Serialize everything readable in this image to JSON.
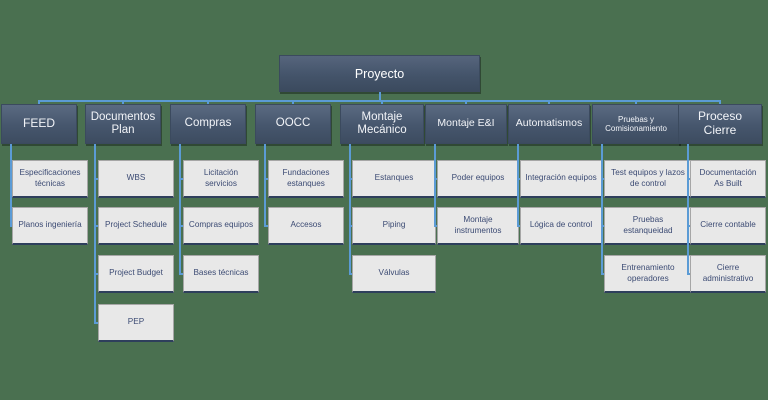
{
  "diagram": {
    "type": "work-breakdown-structure",
    "background_color": "#4a7050",
    "connector_color": "#5b9bd5",
    "root": {
      "label": "Proyecto"
    },
    "branches": [
      {
        "label": "FEED",
        "font_size": 12,
        "children": [
          {
            "label": "Especificaciones técnicas"
          },
          {
            "label": "Planos ingeniería"
          }
        ]
      },
      {
        "label": "Documentos Plan",
        "font_size": 11.5,
        "children": [
          {
            "label": "WBS"
          },
          {
            "label": "Project Schedule"
          },
          {
            "label": "Project Budget"
          },
          {
            "label": "PEP"
          }
        ]
      },
      {
        "label": "Compras",
        "font_size": 11.5,
        "children": [
          {
            "label": "Licitación servicios"
          },
          {
            "label": "Compras equipos"
          },
          {
            "label": "Bases técnicas"
          }
        ]
      },
      {
        "label": "OOCC",
        "font_size": 11.5,
        "children": [
          {
            "label": "Fundaciones estanques"
          },
          {
            "label": "Accesos"
          }
        ]
      },
      {
        "label": "Montaje Mecánico",
        "font_size": 11.5,
        "children": [
          {
            "label": "Estanques"
          },
          {
            "label": "Piping"
          },
          {
            "label": "Válvulas"
          }
        ]
      },
      {
        "label": "Montaje E&I",
        "font_size": 10.5,
        "children": [
          {
            "label": "Poder equipos"
          },
          {
            "label": "Montaje instrumentos"
          }
        ]
      },
      {
        "label": "Automatismos",
        "font_size": 10.5,
        "children": [
          {
            "label": "Integración equipos"
          },
          {
            "label": "Lógica de control"
          }
        ]
      },
      {
        "label": "Pruebas y Comisionamiento",
        "font_size": 8,
        "children": [
          {
            "label": "Test equipos y lazos de control"
          },
          {
            "label": "Pruebas estanqueidad"
          },
          {
            "label": "Entrenamiento operadores"
          }
        ]
      },
      {
        "label": "Proceso Cierre",
        "font_size": 12,
        "children": [
          {
            "label": "Documentación As Built"
          },
          {
            "label": "Cierre contable"
          },
          {
            "label": "Cierre administrativo"
          }
        ]
      }
    ]
  }
}
